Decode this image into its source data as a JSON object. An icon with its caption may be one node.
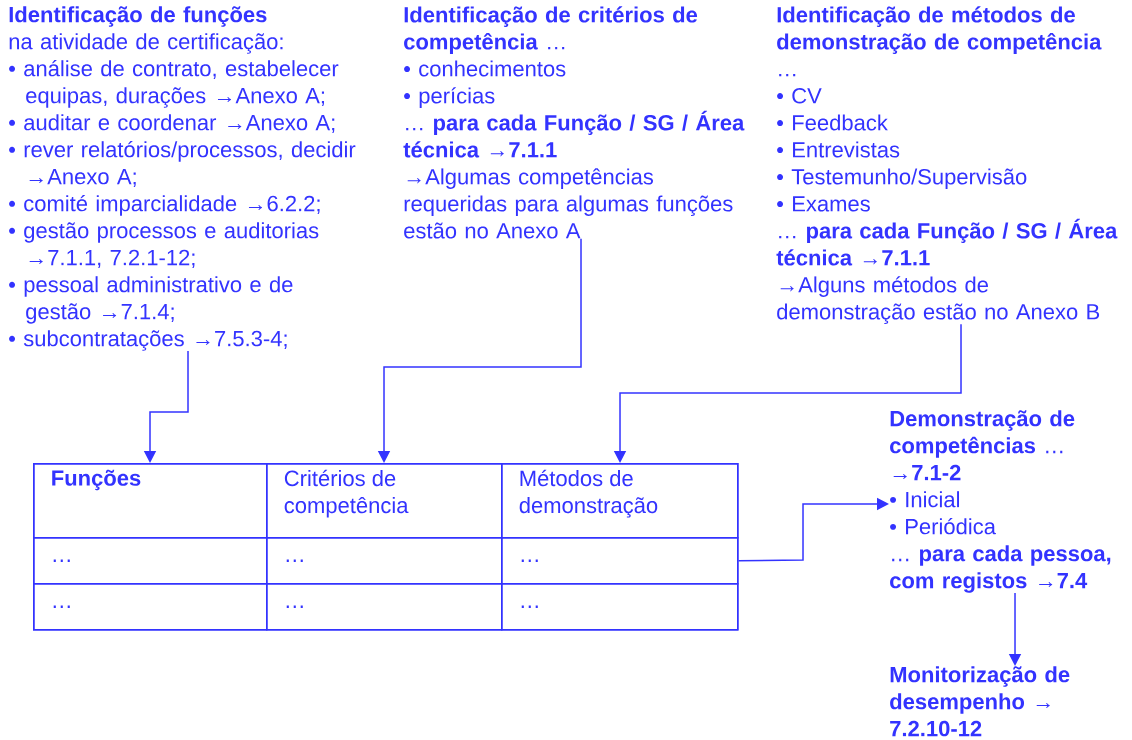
{
  "diagram": {
    "nodes": [
      {
        "text": [
          "Identificação de funções",
          "na atividade de certificação:",
          "• análise de contrato, estabelecer equipas, durações →Anexo A;",
          "• auditar e coordenar →Anexo A;",
          "• rever relatórios/processos, decidir →Anexo A;",
          "• comité imparcialidade →6.2.2;",
          "• gestão processos e auditorias →7.1.1, 7.2.1-12;",
          "• pessoal administrativo e de gestão →7.1.4;",
          "• subcontratações →7.5.3-4;"
        ]
      },
      {
        "text": [
          "**Identificação de critérios de competência** …",
          "• conhecimentos",
          "• perícias",
          "… **para cada Função / SG / Área técnica →7.1.1**",
          "→Algumas competências requeridas para algumas funções estão no Anexo A"
        ]
      },
      {
        "text": [
          "**Identificação de métodos de demonstração de competência** …",
          "• CV",
          "• Feedback",
          "• Entrevistas",
          "• Testemunho/Supervisão",
          "• Exames",
          "… **para cada Função / SG / Área técnica →7.1.1**",
          "→Alguns métodos de demonstração estão no Anexo B"
        ]
      },
      {
        "text": [],
        "shape": "box"
      },
      {
        "text": [
          "Funções"
        ],
        "in": 3
      },
      {
        "text": [
          "Critérios de competência"
        ],
        "in": 3
      },
      {
        "text": [
          "Métodos de demonstração"
        ],
        "in": 3
      },
      {
        "text": [
          "…"
        ],
        "in": 3
      },
      {
        "text": [
          "…"
        ],
        "in": 3
      },
      {
        "text": [
          "…"
        ],
        "in": 3
      },
      {
        "text": [
          "…"
        ],
        "in": 3
      },
      {
        "text": [
          "…"
        ],
        "in": 3
      },
      {
        "text": [
          "…"
        ],
        "in": 3
      },
      {
        "text": [
          "**Demonstração de competências** …",
          "→7.1-2",
          "• Inicial",
          "• Periódica",
          "… **para cada pessoa, com registos →7.4**"
        ]
      },
      {
        "text": [
          "Monitorização de desempenho → 7.2.10-12"
        ]
      }
    ],
    "edges": [
      {
        "from": 0,
        "to": 4,
        "arrow": "to"
      },
      {
        "from": 1,
        "to": 5,
        "arrow": "to"
      },
      {
        "from": 2,
        "to": 6,
        "arrow": "to"
      },
      {
        "from": 9,
        "to": 13,
        "arrow": "to"
      },
      {
        "from": 13,
        "to": 14,
        "arrow": "to"
      }
    ]
  }
}
